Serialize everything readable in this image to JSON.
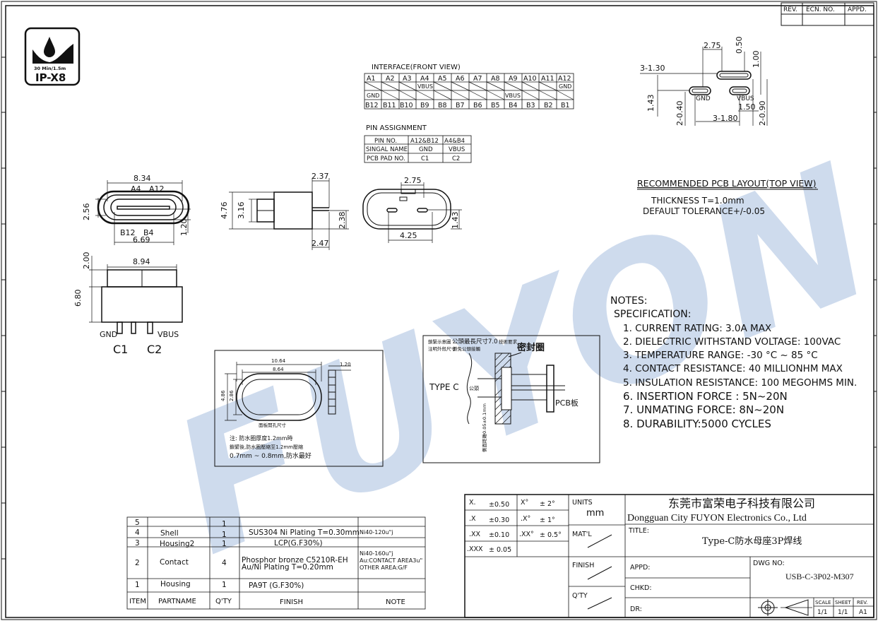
{
  "revision_block": {
    "rev": "REV.",
    "ecn": "ECN. NO.",
    "appd": "APPD."
  },
  "ip_badge": {
    "rating": "IP-X8",
    "depth": "30 Min/1.5m"
  },
  "watermark": "FUYON",
  "interface": {
    "title": "INTERFACE(FRONT VIEW)",
    "top_row": [
      "A1",
      "A2",
      "A3",
      "A4",
      "A5",
      "A6",
      "A7",
      "A8",
      "A9",
      "A10",
      "A11",
      "A12"
    ],
    "row2": [
      "",
      "",
      "",
      "VBUS",
      "",
      "",
      "",
      "",
      "",
      "",
      "",
      "GND"
    ],
    "row3": [
      "GND",
      "",
      "",
      "",
      "",
      "",
      "",
      "",
      "VBUS",
      "",
      "",
      ""
    ],
    "bottom_row": [
      "B12",
      "B11",
      "B10",
      "B9",
      "B8",
      "B7",
      "B6",
      "B5",
      "B4",
      "B3",
      "B2",
      "B1"
    ]
  },
  "pin_assignment": {
    "title": "PIN ASSIGNMENT",
    "rows": [
      [
        "PIN NO.",
        "A12&B12",
        "A4&B4"
      ],
      [
        "SINGAL NAME",
        "GND",
        "VBUS"
      ],
      [
        "PCB PAD NO.",
        "C1",
        "C2"
      ]
    ]
  },
  "pcb_layout": {
    "title": "RECOMMENDED PCB LAYOUT(TOP VIEW)",
    "thickness": "THICKNESS T=1.0mm",
    "tolerance": "DEFAULT TOLERANCE+/-0.05",
    "dims": {
      "d275": "2.75",
      "d050": "0.50",
      "d100": "1.00",
      "d130": "3-1.30",
      "d143": "1.43",
      "d040": "2-0.40",
      "d180": "3-1.80",
      "d150": "1.50",
      "d090": "2-0.90"
    },
    "labels": {
      "gnd": "GND",
      "vbus": "VBUS"
    }
  },
  "front_view": {
    "d834": "8.34",
    "d256": "2.56",
    "d120": "1.20",
    "d669": "6.69",
    "a4": "A4",
    "a12": "A12",
    "b12": "B12",
    "b4": "B4"
  },
  "side_view": {
    "d237": "2.37",
    "d476": "4.76",
    "d316": "3.16",
    "d238": "2.38",
    "d247": "2.47"
  },
  "bottom_view": {
    "d275": "2.75",
    "d425": "4.25",
    "d143": "1.43"
  },
  "rear_view": {
    "d894": "8.94",
    "d200": "2.00",
    "d680": "6.80",
    "gnd": "GND",
    "vbus": "VBUS",
    "c1": "C1",
    "c2": "C2"
  },
  "panel_cutout": {
    "d1064": "10.64",
    "d864": "8.64",
    "d120": "1.20",
    "d486": "4.86",
    "d286": "2.86",
    "caption": "面板開孔尺寸",
    "note1": "注: 防水圈厚度1.2mm時",
    "note2": "鎖緊後,防水圈壓縮至1.2mm壓縮",
    "note3": "0.7mm ~ 0.8mm,防水最好"
  },
  "section_view": {
    "note_a": "鎖緊示意圖",
    "note_b": "公頭最長尺寸7.0",
    "note_c": "技術要求",
    "note_d": "注明外殼尺寸",
    "note_e": "避免公頭接觸",
    "seal": "密封圈",
    "type_c": "TYPE C",
    "plug": "公頭",
    "pcb": "PCB板",
    "gap": "側面距離0.05±0.1mm"
  },
  "notes": {
    "title": "NOTES:",
    "spec": "SPECIFICATION:",
    "items": [
      "1. CURRENT RATING: 3.0A MAX",
      "2. DIELECTRIC WITHSTAND VOLTAGE: 100VAC",
      "3. TEMPERATURE RANGE: -30 °C ~ 85 °C",
      "4. CONTACT RESISTANCE: 40 MILLIONHM MAX",
      "5. INSULATION RESISTANCE: 100 MEGOHMS MIN.",
      "6. INSERTION FORCE : 5N~20N",
      "7. UNMATING FORCE: 8N~20N",
      "8. DURABILITY:5000 CYCLES"
    ]
  },
  "bom": {
    "headers": [
      "ITEM",
      "PARTNAME",
      "Q'TY",
      "FINISH",
      "NOTE"
    ],
    "rows": [
      {
        "item": "5",
        "part": "",
        "qty": "1",
        "finish": "",
        "note": ""
      },
      {
        "item": "4",
        "part": "Shell",
        "qty": "1",
        "finish": "SUS304 Ni Plating T=0.30mm",
        "note": "Ni40-120u\"j"
      },
      {
        "item": "3",
        "part": "Housing2",
        "qty": "1",
        "finish": "LCP(G.F30%)",
        "note": ""
      },
      {
        "item": "2",
        "part": "Contact",
        "qty": "4",
        "finish": "Phosphor bronze C5210R-EH",
        "finish2": "Au/Ni Plating T=0.20mm",
        "note": "Ni40-160u\"j",
        "note2": "Au:CONTACT AREA3u\"",
        "note3": "OTHER AREA:G/F"
      },
      {
        "item": "1",
        "part": "Housing",
        "qty": "1",
        "finish": "PA9T (G.F30%)",
        "note": ""
      }
    ]
  },
  "title_block": {
    "tol": [
      [
        "X.",
        "±0.50",
        "X°",
        "± 2°"
      ],
      [
        ".X",
        "±0.30",
        ".X°",
        "± 1°"
      ],
      [
        ".XX",
        "±0.10",
        ".XX°",
        "± 0.5°"
      ],
      [
        ".XXX",
        "± 0.05",
        "",
        ""
      ]
    ],
    "units_label": "UNITS",
    "units_value": "mm",
    "matl": "MAT'L",
    "finish": "FINISH",
    "qty": "Q'TY",
    "company_cn": "东莞市富荣电子科技有限公司",
    "company_en": "Dongguan City FUYON Electronics Co., Ltd",
    "title_label": "TITLE:",
    "title_value": "Type-C防水母座3P焊线",
    "appd": "APPD:",
    "chkd": "CHKD:",
    "dr": "DR:",
    "dwg_label": "DWG NO:",
    "dwg_value": "USB-C-3P02-M307",
    "scale_label": "SCALE",
    "sheet_label": "SHEET",
    "rev_label": "REV.",
    "scale_value": "1/1",
    "sheet_value": "1/1",
    "rev_value": "A1"
  }
}
